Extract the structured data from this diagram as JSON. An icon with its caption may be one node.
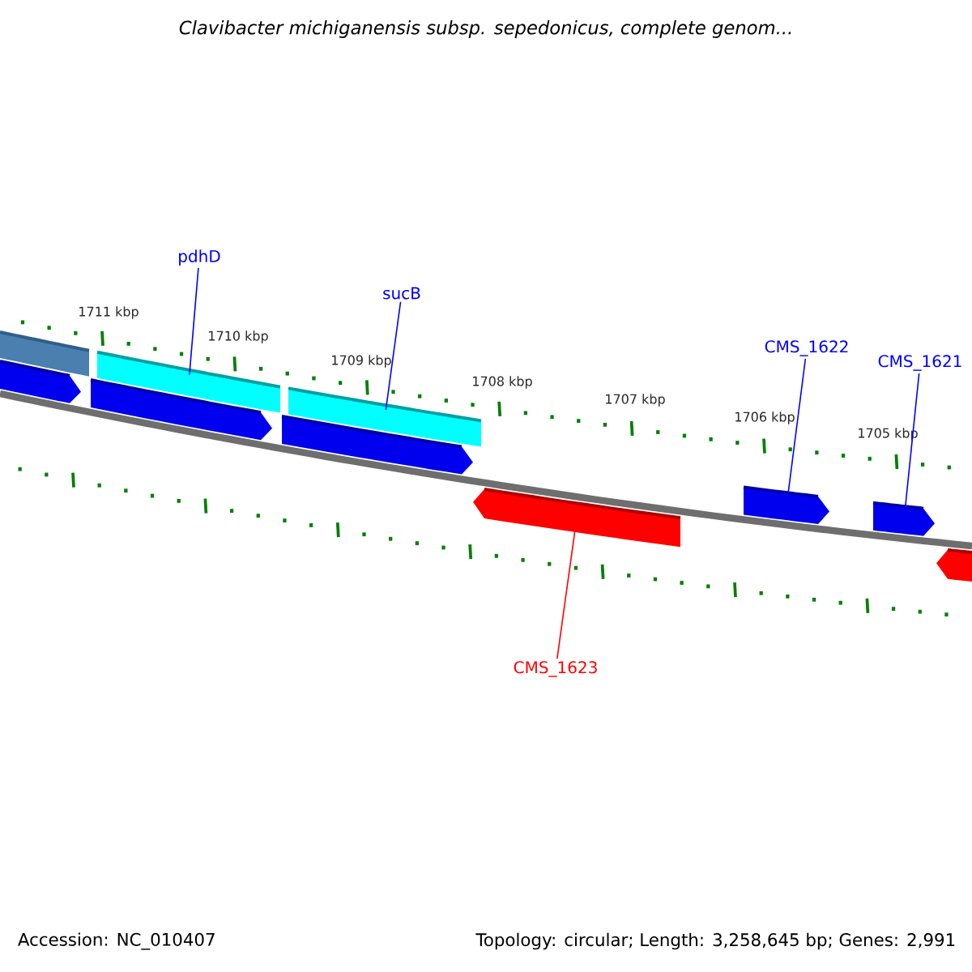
{
  "diagram": {
    "title": "Clavibacter michiganensis subsp. sepedonicus, complete genom...",
    "nodes": [
      {
        "text": [],
        "shape": "bar"
      },
      {
        "text": [],
        "shape": "pentagon"
      },
      {
        "text": [],
        "shape": "bar"
      },
      {
        "text": [],
        "shape": "pentagon"
      },
      {
        "text": [],
        "shape": "bar"
      },
      {
        "text": [],
        "shape": "pentagon"
      },
      {
        "text": [],
        "shape": "pentagon"
      },
      {
        "text": [],
        "shape": "pentagon"
      },
      {
        "text": [],
        "shape": "pentagon"
      },
      {
        "text": [],
        "shape": "pentagon"
      },
      {
        "text": [
          "pdhD"
        ]
      },
      {
        "text": [
          "sucB"
        ]
      },
      {
        "text": [
          "CMS_1622"
        ]
      },
      {
        "text": [
          "CMS_1621"
        ]
      },
      {
        "text": [
          "CMS_1623"
        ]
      }
    ],
    "edges": [
      {
        "from": 10,
        "to": 2,
        "arrow": "none"
      },
      {
        "from": 11,
        "to": 4,
        "arrow": "none"
      },
      {
        "from": 12,
        "to": 7,
        "arrow": "none"
      },
      {
        "from": 13,
        "to": 8,
        "arrow": "none"
      },
      {
        "from": 14,
        "to": 6,
        "arrow": "none",
        "color": "#ff0000"
      }
    ],
    "labels": [
      "1711 kbp",
      "1710 kbp",
      "1709 kbp",
      "1708 kbp",
      "1707 kbp",
      "1706 kbp",
      "1705 kbp",
      "Accession: NC_010407",
      "Topology: circular; Length: 3,258,645 bp; Genes: 2,991"
    ]
  }
}
